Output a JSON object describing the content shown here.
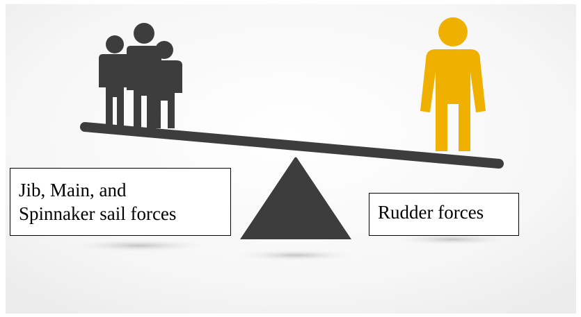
{
  "diagram": {
    "left_label_lines": [
      "Jib, Main, and",
      "Spinnaker sail forces"
    ],
    "right_label": "Rudder forces",
    "figures": {
      "left_group": {
        "icon": "group-of-people-icon",
        "count": 3,
        "color": "#3d3d3d"
      },
      "right_single": {
        "icon": "person-icon",
        "count": 1,
        "color": "#f0b000"
      }
    },
    "seesaw": {
      "icon": "seesaw-icon",
      "color": "#3d3d3d",
      "tilt": "left side raised"
    }
  }
}
